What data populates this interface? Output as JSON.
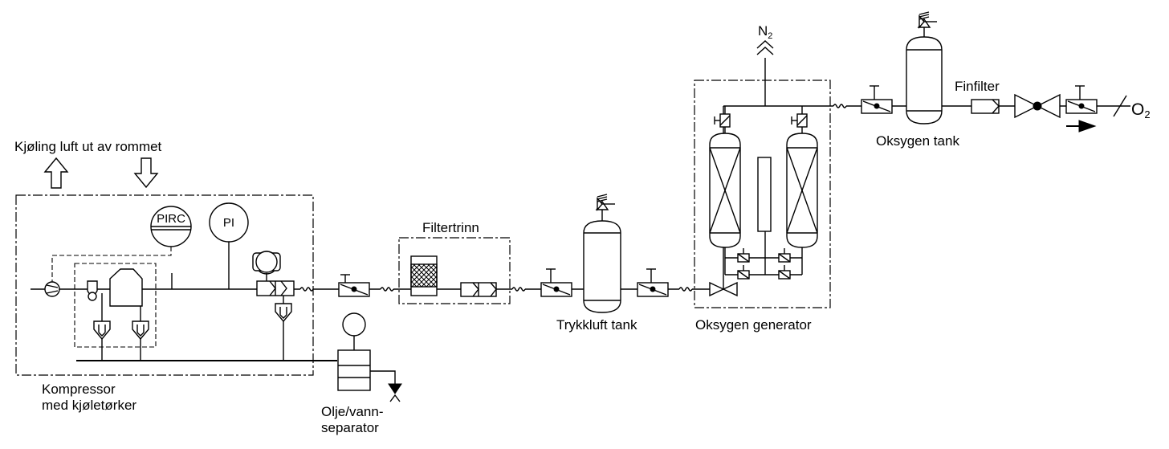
{
  "labels": {
    "cooling": "Kjøling luft ut av rommet",
    "compressor_line1": "Kompressor",
    "compressor_line2": "med kjøletørker",
    "separator_line1": "Olje/vann-",
    "separator_line2": "separator",
    "filter_stage": "Filtertrinn",
    "air_tank": "Trykkluft tank",
    "oxygen_generator": "Oksygen generator",
    "oxygen_tank": "Oksygen tank",
    "fine_filter": "Finfilter"
  },
  "instruments": {
    "pirc": "PIRC",
    "pi": "PI"
  },
  "gases": {
    "nitrogen": "N",
    "nitrogen_sub": "2",
    "oxygen": "O",
    "oxygen_sub": "2"
  },
  "colors": {
    "line": "#000000",
    "background": "#ffffff"
  }
}
